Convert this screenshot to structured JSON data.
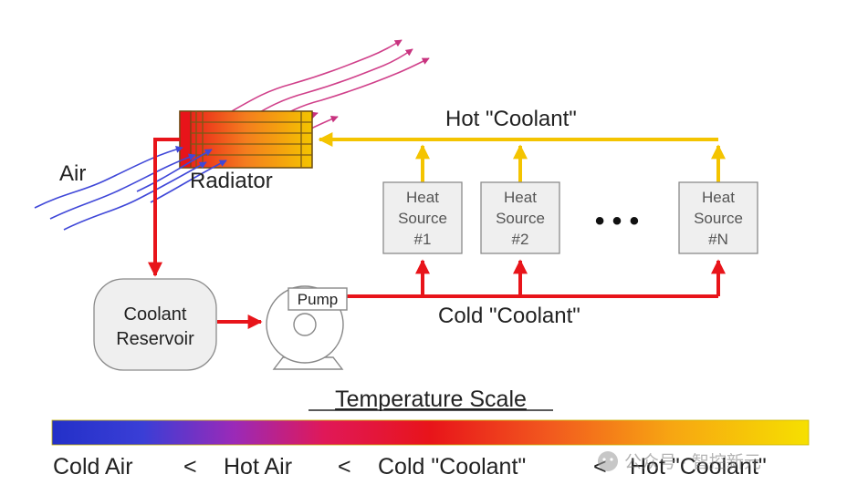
{
  "labels": {
    "air": "Air",
    "radiator": "Radiator",
    "hot_coolant": "Hot \"Coolant\"",
    "cold_coolant": "Cold \"Coolant\"",
    "pump": "Pump",
    "reservoir_line1": "Coolant",
    "reservoir_line2": "Reservoir",
    "ellipsis": "• • •"
  },
  "heat_sources": [
    {
      "line1": "Heat",
      "line2": "Source",
      "line3": "#1"
    },
    {
      "line1": "Heat",
      "line2": "Source",
      "line3": "#2"
    },
    {
      "line1": "Heat",
      "line2": "Source",
      "line3": "#N"
    }
  ],
  "temperature_scale": {
    "title": "Temperature Scale",
    "items": [
      "Cold Air",
      "<",
      "Hot Air",
      "<",
      "Cold \"Coolant\"",
      "<",
      "Hot \"Coolant\""
    ]
  },
  "watermark": "公众号 · 智控新元",
  "colors": {
    "hot_flow": "#f4c400",
    "cold_flow": "#e8141a",
    "cold_air": "#3f47d8",
    "hot_air": "#c8337f",
    "box_fill": "#efefef",
    "box_stroke": "#8a8a8a"
  }
}
